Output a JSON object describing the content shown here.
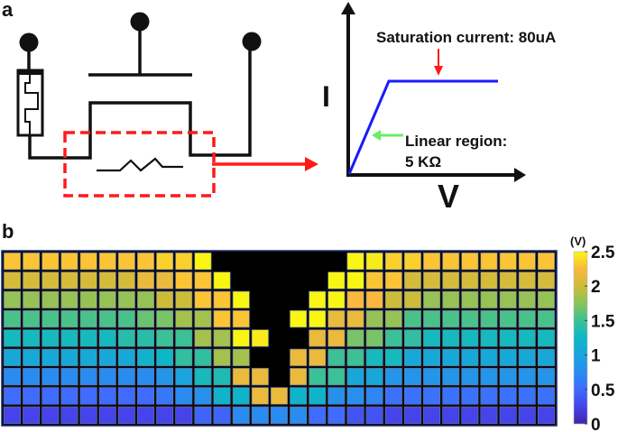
{
  "panel_a": {
    "label": "a",
    "iv_curve": {
      "y_axis_label": "I",
      "x_axis_label": "V",
      "saturation_annotation": "Saturation current: 80uA",
      "linear_annotation_line1": "Linear region:",
      "linear_annotation_line2": "5 KΩ"
    },
    "colors": {
      "highlight": "#ff1a1a",
      "curve": "#1a1aff",
      "linear_arrow": "#66ee66"
    }
  },
  "panel_b": {
    "label": "b",
    "colorbar_unit": "(V)"
  },
  "chart_data": {
    "type": "heatmap",
    "colormap": "parula",
    "null_color": "#000000",
    "range": [
      0,
      2.5
    ],
    "colorbar_ticks": [
      "0",
      "0.5",
      "1",
      "1.5",
      "2",
      "2.5"
    ],
    "colorbar_label": "(V)",
    "rows": [
      [
        2.3,
        2.3,
        2.3,
        2.3,
        2.3,
        2.3,
        2.3,
        2.3,
        2.35,
        2.35,
        2.5,
        null,
        null,
        null,
        null,
        null,
        null,
        null,
        2.5,
        2.45,
        2.35,
        2.35,
        2.3,
        2.3,
        2.3,
        2.3,
        2.3,
        2.3,
        2.3
      ],
      [
        2.05,
        2.05,
        2.05,
        2.05,
        2.05,
        2.05,
        2.05,
        2.15,
        2.15,
        2.3,
        2.3,
        2.5,
        null,
        null,
        null,
        null,
        null,
        2.5,
        2.5,
        2.3,
        2.3,
        2.05,
        2.05,
        2.05,
        2.05,
        2.05,
        2.05,
        2.05,
        2.05
      ],
      [
        1.8,
        1.8,
        1.8,
        1.8,
        1.8,
        1.8,
        1.8,
        1.8,
        2.0,
        2.0,
        2.3,
        2.3,
        2.5,
        null,
        null,
        null,
        2.5,
        2.5,
        2.25,
        2.25,
        2.0,
        2.0,
        1.8,
        1.8,
        1.8,
        1.8,
        1.8,
        1.8,
        1.8
      ],
      [
        1.55,
        1.55,
        1.55,
        1.55,
        1.55,
        1.55,
        1.55,
        1.65,
        1.7,
        1.85,
        1.85,
        2.3,
        2.3,
        null,
        null,
        2.5,
        2.5,
        2.15,
        2.15,
        1.8,
        1.8,
        1.55,
        1.55,
        1.55,
        1.55,
        1.55,
        1.55,
        1.55,
        1.55
      ],
      [
        1.3,
        1.3,
        1.3,
        1.3,
        1.3,
        1.3,
        1.4,
        1.4,
        1.5,
        1.5,
        1.85,
        1.85,
        2.5,
        2.45,
        null,
        null,
        2.15,
        2.15,
        1.7,
        1.7,
        1.5,
        1.45,
        1.3,
        1.3,
        1.3,
        1.3,
        1.3,
        1.3,
        1.3
      ],
      [
        1.05,
        1.05,
        1.05,
        1.05,
        1.05,
        1.05,
        1.05,
        1.2,
        1.25,
        1.45,
        1.45,
        1.85,
        1.85,
        null,
        null,
        2.15,
        2.15,
        1.5,
        1.5,
        1.3,
        1.3,
        1.05,
        1.05,
        1.05,
        1.05,
        1.05,
        1.05,
        1.05,
        1.05
      ],
      [
        0.75,
        0.75,
        0.75,
        0.75,
        0.75,
        0.75,
        0.75,
        0.75,
        0.85,
        1.0,
        1.3,
        1.35,
        2.15,
        2.15,
        null,
        2.15,
        1.5,
        1.5,
        1.05,
        1.05,
        0.85,
        0.85,
        0.85,
        0.85,
        0.85,
        0.85,
        0.85,
        0.85,
        0.85
      ],
      [
        0.5,
        0.5,
        0.5,
        0.5,
        0.5,
        0.5,
        0.5,
        0.5,
        0.6,
        0.75,
        0.8,
        1.2,
        1.2,
        2.15,
        2.15,
        1.2,
        1.2,
        0.8,
        0.8,
        0.7,
        0.55,
        0.55,
        0.55,
        0.55,
        0.55,
        0.55,
        0.55,
        0.55,
        0.55
      ],
      [
        0.25,
        0.25,
        0.25,
        0.25,
        0.25,
        0.25,
        0.25,
        0.25,
        0.25,
        0.25,
        0.45,
        0.45,
        0.75,
        0.75,
        0.75,
        0.75,
        0.5,
        0.5,
        0.35,
        0.35,
        0.25,
        0.25,
        0.25,
        0.25,
        0.25,
        0.25,
        0.25,
        0.25,
        0.25
      ]
    ]
  }
}
